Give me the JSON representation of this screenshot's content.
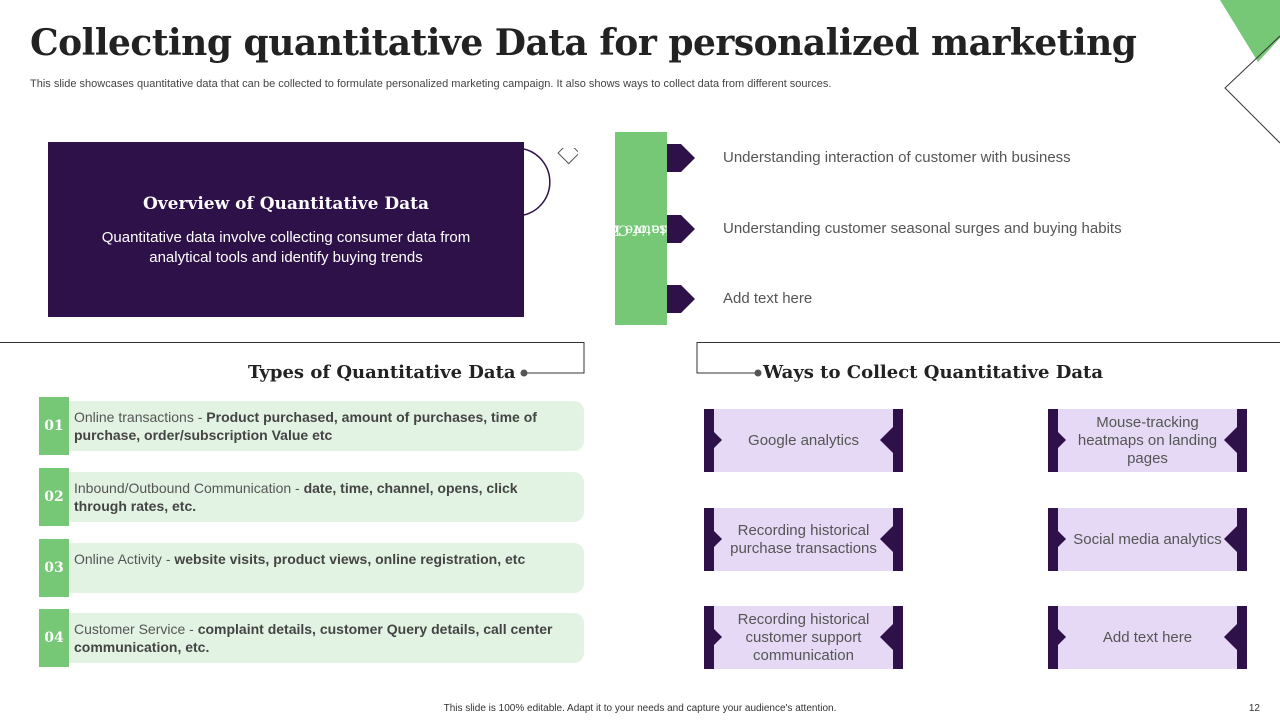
{
  "header": {
    "title": "Collecting quantitative Data for personalized marketing",
    "subtitle": "This slide showcases quantitative data that can be collected to formulate personalized marketing campaign. It also shows ways to collect data from different sources."
  },
  "overview": {
    "heading": "Overview of Quantitative Data",
    "body": "Quantitative data involve collecting consumer data from analytical tools and identify buying trends"
  },
  "purpose": {
    "label_line1": "Purpose of Collecting",
    "label_line2": "Quantitative Data",
    "items": [
      "Understanding interaction of customer with business",
      "Understanding customer seasonal surges and buying habits",
      "Add text here"
    ]
  },
  "types": {
    "title": "Types of Quantitative Data",
    "items": [
      {
        "num": "01",
        "lead": "Online transactions - ",
        "detail": "Product purchased, amount of purchases, time of purchase, order/subscription Value etc"
      },
      {
        "num": "02",
        "lead": "Inbound/Outbound Communication - ",
        "detail": "date, time, channel, opens, click through rates, etc."
      },
      {
        "num": "03",
        "lead": "Online Activity  - ",
        "detail": "website visits, product views, online registration, etc"
      },
      {
        "num": "04",
        "lead": "Customer Service - ",
        "detail": "complaint details, customer Query details, call center communication, etc."
      }
    ]
  },
  "ways": {
    "title": "Ways to Collect Quantitative Data",
    "items": [
      "Google analytics",
      "Mouse-tracking heatmaps on landing pages",
      "Recording historical purchase transactions",
      "Social media analytics",
      "Recording historical customer support communication",
      "Add text here"
    ]
  },
  "footer": {
    "note": "This slide is 100% editable.  Adapt it to your needs and capture your audience's attention.",
    "page": "12"
  },
  "colors": {
    "purple": "#2e1148",
    "green": "#76c776",
    "light_green": "#e3f3e3",
    "lavender": "#e6d9f6"
  }
}
